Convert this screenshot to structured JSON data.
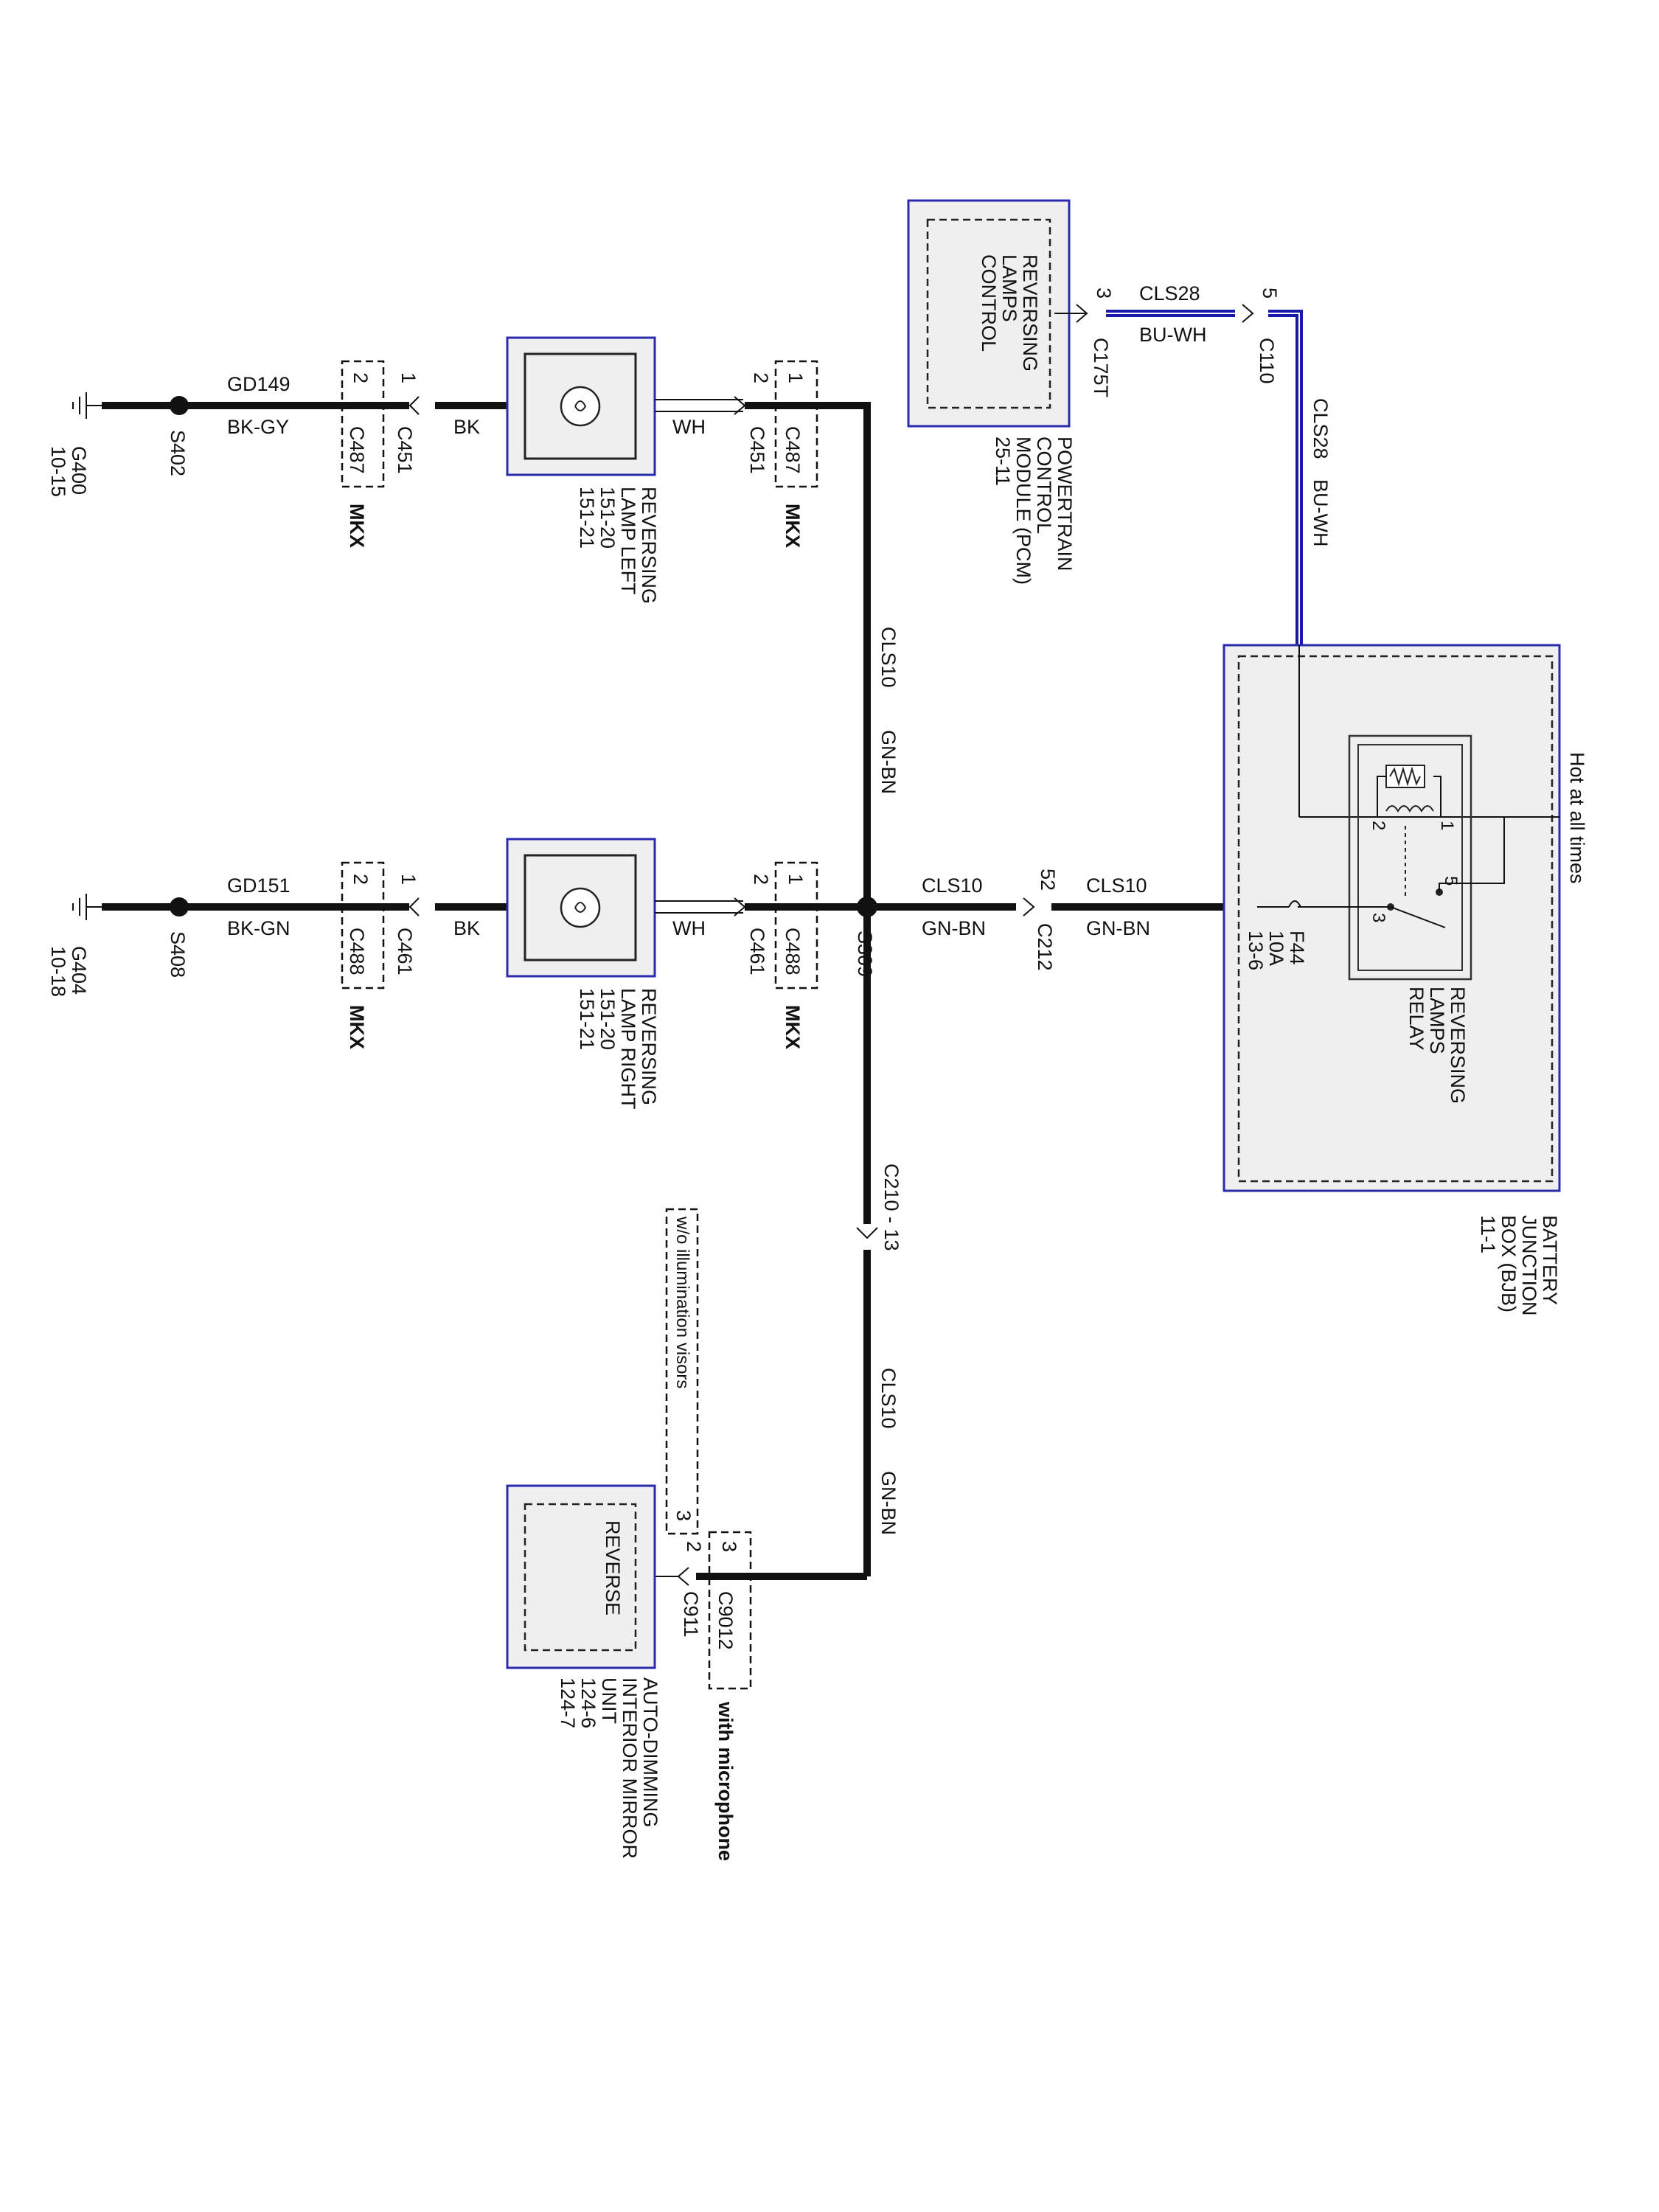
{
  "ground_left": {
    "ground": "G400",
    "ref": "10-15",
    "splice": "S402",
    "circuit": "GD149",
    "color": "BK-GY"
  },
  "ground_right": {
    "ground": "G404",
    "ref": "10-18",
    "splice": "S408",
    "circuit": "GD151",
    "color": "BK-GN"
  },
  "lamp_left": {
    "name_lines": [
      "REVERSING",
      "LAMP LEFT",
      "151-20",
      "151-21"
    ],
    "pin_gnd": "1",
    "pin_feed": "2",
    "conn": "C451",
    "inline_conn": "C487",
    "inline_pin_gnd": "2",
    "inline_pin_feed": "1",
    "gnd_color": "BK",
    "feed_color": "WH",
    "option": "MKX"
  },
  "lamp_right": {
    "name_lines": [
      "REVERSING",
      "LAMP RIGHT",
      "151-20",
      "151-21"
    ],
    "pin_gnd": "1",
    "pin_feed": "2",
    "conn": "C461",
    "inline_conn": "C488",
    "inline_pin_gnd": "2",
    "inline_pin_feed": "1",
    "gnd_color": "BK",
    "feed_color": "WH",
    "option": "MKX"
  },
  "main_circuit": {
    "circuit": "CLS10",
    "color": "GN-BN",
    "splice": "S309",
    "c212": "C212",
    "c212_pin": "52",
    "c210": "C210 - 13"
  },
  "pcm": {
    "inner_lines": [
      "REVERSING",
      "LAMPS",
      "CONTROL"
    ],
    "name_lines": [
      "POWERTRAIN",
      "CONTROL",
      "MODULE (PCM)",
      "25-11"
    ],
    "pin": "3",
    "conn": "C175T",
    "circuit": "CLS28",
    "color": "BU-WH",
    "c110": "C110",
    "c110_pin": "5"
  },
  "bjb": {
    "name_lines": [
      "BATTERY",
      "JUNCTION",
      "BOX (BJB)",
      "11-1"
    ],
    "hot": "Hot at all times",
    "fuse_lines": [
      "F44",
      "10A",
      "13-6"
    ],
    "relay_lines": [
      "REVERSING",
      "LAMPS",
      "RELAY"
    ],
    "relay_pins": [
      "1",
      "2",
      "3",
      "5"
    ]
  },
  "mirror": {
    "inner": "REVERSE",
    "name_lines": [
      "AUTO-DIMMING",
      "INTERIOR MIRROR",
      "UNIT",
      "124-6",
      "124-7"
    ],
    "pin": "2",
    "conn": "C911",
    "c9012": "C9012",
    "c9012_pin": "3",
    "visor_pin": "3",
    "visor_note": "w/o illumination visors",
    "mic_note": "with microphone"
  }
}
